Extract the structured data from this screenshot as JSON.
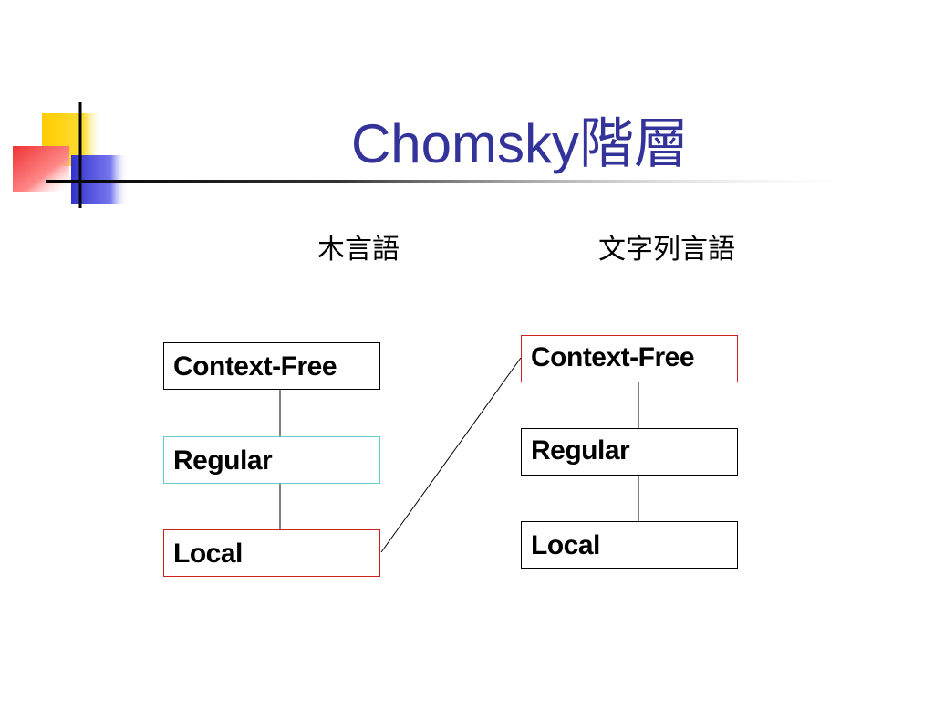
{
  "slide": {
    "title": "Chomsky階層"
  },
  "columns": [
    {
      "heading": "木言語",
      "boxes": [
        "Context-Free",
        "Regular",
        "Local"
      ]
    },
    {
      "heading": "文字列言語",
      "boxes": [
        "Context-Free",
        "Regular",
        "Local"
      ]
    }
  ],
  "colors": {
    "title": "#333399",
    "box_red": "#cc2222",
    "box_cyan": "#66cccc",
    "box_black": "#000000",
    "deco_yellow": "#ffcc00",
    "deco_red": "#ee3333",
    "deco_blue": "#3333cc"
  }
}
